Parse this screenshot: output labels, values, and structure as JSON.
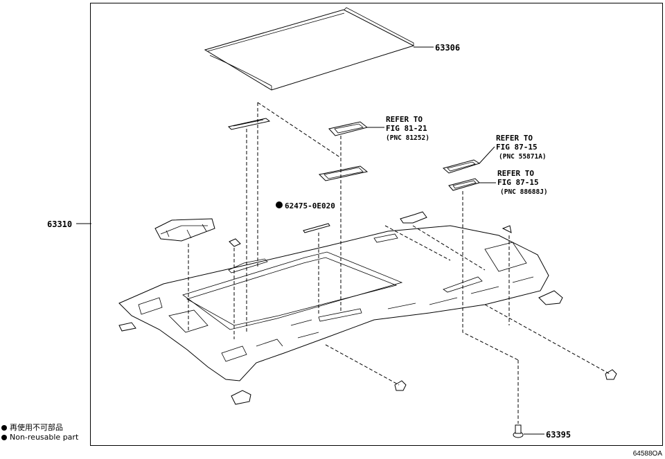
{
  "parts": {
    "roof_panel": "63306",
    "headlining": "63310",
    "clip": "63395",
    "nonreusable": "62475-0E020"
  },
  "refs": [
    {
      "line1": "REFER TO",
      "line2": "FIG 81-21",
      "pnc": "(PNC 81252)"
    },
    {
      "line1": "REFER TO",
      "line2": "FIG 87-15",
      "pnc": "(PNC 55871A)"
    },
    {
      "line1": "REFER TO",
      "line2": "FIG 87-15",
      "pnc": "(PNC 88688J)"
    }
  ],
  "legend": {
    "japanese": "再使用不可部品",
    "english": "Non-reusable part"
  },
  "figure_code": "64588OA"
}
